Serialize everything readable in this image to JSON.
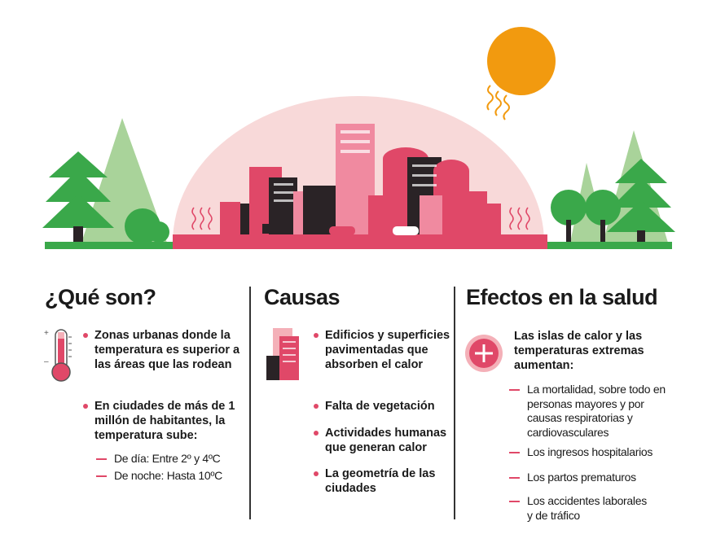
{
  "colors": {
    "accent": "#e04868",
    "pink_light": "#f8d9d9",
    "green_dark": "#3aa84a",
    "green_light": "#a9d39a",
    "sun": "#f29a0f",
    "dark": "#2a2326"
  },
  "sections": [
    {
      "title": "¿Qué son?",
      "icon": "thermometer-icon",
      "bullets": [
        "Zonas urbanas donde la temperatura es superior a las áreas que las rodean",
        "En ciudades de más de 1 millón de habitantes, la temperatura sube:"
      ],
      "sub_items": [
        "De día: Entre 2º y 4ºC",
        "De noche: Hasta 10ºC"
      ]
    },
    {
      "title": "Causas",
      "icon": "buildings-icon",
      "bullets": [
        "Edificios y superficies pavimentadas que absorben el calor",
        "Falta de vegetación",
        "Actividades humanas que generan calor",
        "La geometría de las ciudades"
      ]
    },
    {
      "title": "Efectos en la salud",
      "icon": "health-cross-icon",
      "lead": "Las islas de calor y las temperaturas extremas aumentan:",
      "sub_items": [
        "La mortalidad, sobre todo en personas mayores y por causas respiratorias y cardiovasculares",
        "Los ingresos hospitalarios",
        "Los partos prematuros",
        "Los accidentes laborales y de tráfico"
      ]
    }
  ]
}
